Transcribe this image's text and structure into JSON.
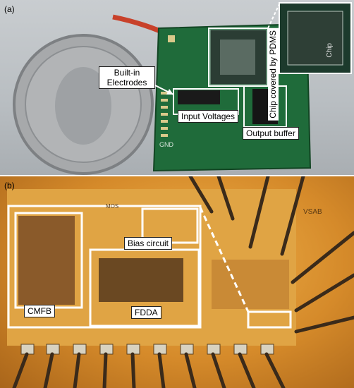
{
  "panel_a": {
    "tag": "(a)",
    "labels": {
      "chip": "Chip covered by PDMS",
      "electrodes": "Built-in Electrodes",
      "input_voltages": "Input Voltages",
      "output_buffer": "Output buffer",
      "chip_marking": "Chip",
      "gnd_marking": "GND"
    },
    "colors": {
      "pcb": "#1f6b3a",
      "coin": "#a7a9ab",
      "wire": "#c8412a"
    }
  },
  "panel_b": {
    "tag": "(b)",
    "labels": {
      "bias": "Bias circuit",
      "cmfb": "CMFB",
      "fdda": "FDDA",
      "die_marking_left": "MOS",
      "die_marking_right": "VSAB"
    },
    "colors": {
      "die": "#d99a3a",
      "frame": "#ffffff"
    }
  }
}
